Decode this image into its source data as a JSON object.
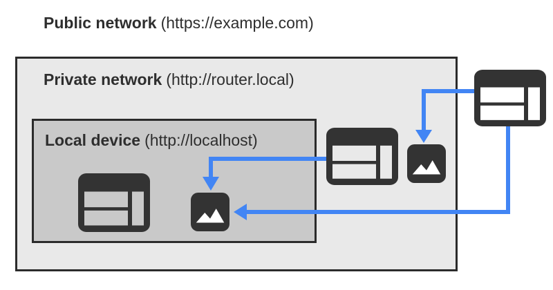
{
  "colors": {
    "page_bg": "#ffffff",
    "text_color": "#2e2e2e",
    "border_dark": "#2b2b2b",
    "private_bg": "#e9e9e9",
    "local_bg": "#c9c9c9",
    "icon_dark": "#333333",
    "icon_glyph_white": "#ffffff",
    "arrow_blue": "#4285f4"
  },
  "public_network": {
    "label_bold": "Public network",
    "label_url": "(https://example.com)"
  },
  "private_network": {
    "label_bold": "Private network",
    "label_url": "(http://router.local)"
  },
  "local_device": {
    "label_bold": "Local device",
    "label_url": "(http://localhost)"
  },
  "nodes": [
    {
      "id": "public-browser",
      "icon": "browser-window-icon",
      "network": "public"
    },
    {
      "id": "private-browser",
      "icon": "browser-window-icon",
      "network": "private"
    },
    {
      "id": "private-image",
      "icon": "image-icon",
      "network": "private"
    },
    {
      "id": "local-browser",
      "icon": "browser-window-icon",
      "network": "local"
    },
    {
      "id": "local-image",
      "icon": "image-icon",
      "network": "local"
    }
  ],
  "arrows": [
    {
      "from": "public-browser",
      "to": "private-image"
    },
    {
      "from": "public-browser",
      "to": "local-image"
    },
    {
      "from": "private-browser",
      "to": "local-image"
    }
  ]
}
